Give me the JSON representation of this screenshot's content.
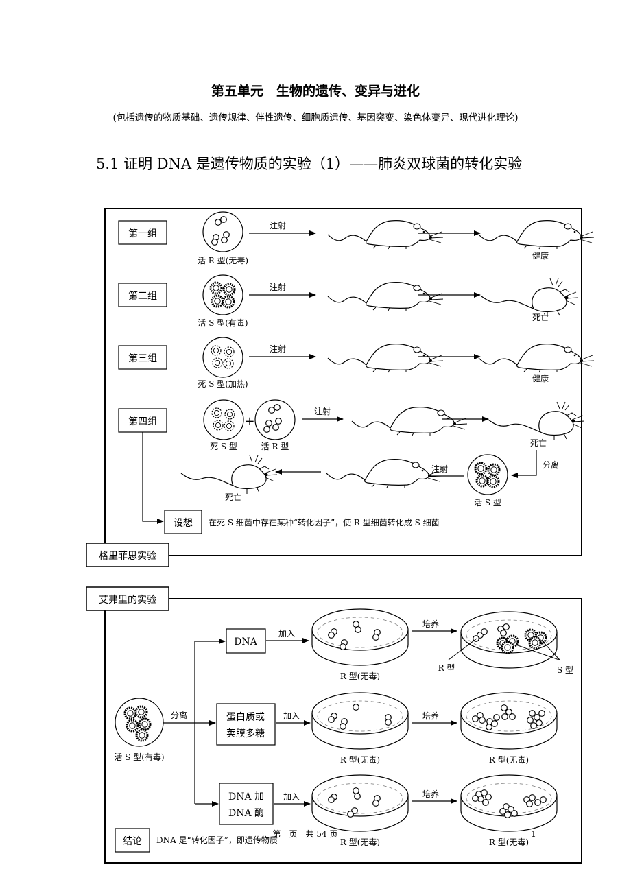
{
  "header": {
    "title": "第五单元　生物的遗传、变异与进化",
    "subtitle": "(包括遗传的物质基础、遗传规律、伴性遗传、细胞质遗传、基因突变、染色体变异、现代进化理论)",
    "section_heading": "5.1 证明 DNA 是遗传物质的实验（1）——肺炎双球菌的转化实验"
  },
  "griffith": {
    "caption": "格里菲思实验",
    "groups": [
      {
        "label": "第一组",
        "dish_label": "活 R 型(无毒)",
        "action": "注射",
        "result": "健康"
      },
      {
        "label": "第二组",
        "dish_label": "活 S 型(有毒)",
        "action": "注射",
        "result": "死亡"
      },
      {
        "label": "第三组",
        "dish_label": "死 S 型(加热)",
        "action": "注射",
        "result": "健康"
      },
      {
        "label": "第四组",
        "dish_label_1": "死 S 型",
        "plus": "+",
        "dish_label_2": "活 R 型",
        "action": "注射",
        "result": "死亡"
      }
    ],
    "separate_label": "分离",
    "recovered_label": "活 S 型",
    "reinject_label": "注射",
    "final_result": "死亡",
    "hypothesis_label": "设想",
    "hypothesis_text": "在死 S 细菌中存在某种“转化因子”，使 R 型细菌转化成 S 细菌"
  },
  "avery": {
    "caption": "艾弗里的实验",
    "source_label": "活 S 型(有毒)",
    "separate_label": "分离",
    "rows": [
      {
        "component": "DNA",
        "add_label": "加入",
        "plate_label": "R 型(无毒)",
        "culture_label": "培养",
        "result_label_r": "R 型",
        "result_label_s": "S 型"
      },
      {
        "component_line1": "蛋白质或",
        "component_line2": "荚膜多糖",
        "add_label": "加入",
        "plate_label": "R 型(无毒)",
        "culture_label": "培养",
        "result_label": "R 型(无毒)"
      },
      {
        "component_line1": "DNA 加",
        "component_line2": "DNA 酶",
        "add_label": "加入",
        "plate_label": "R 型(无毒)",
        "culture_label": "培养",
        "result_label": "R 型(无毒)"
      }
    ],
    "conclusion_label": "结论",
    "conclusion_text": "DNA 是“转化因子”，即遗传物质"
  },
  "footer": {
    "page_text": "第　页　共 54 页",
    "page_number": "1"
  },
  "colors": {
    "ink": "#000000",
    "paper": "#ffffff"
  }
}
